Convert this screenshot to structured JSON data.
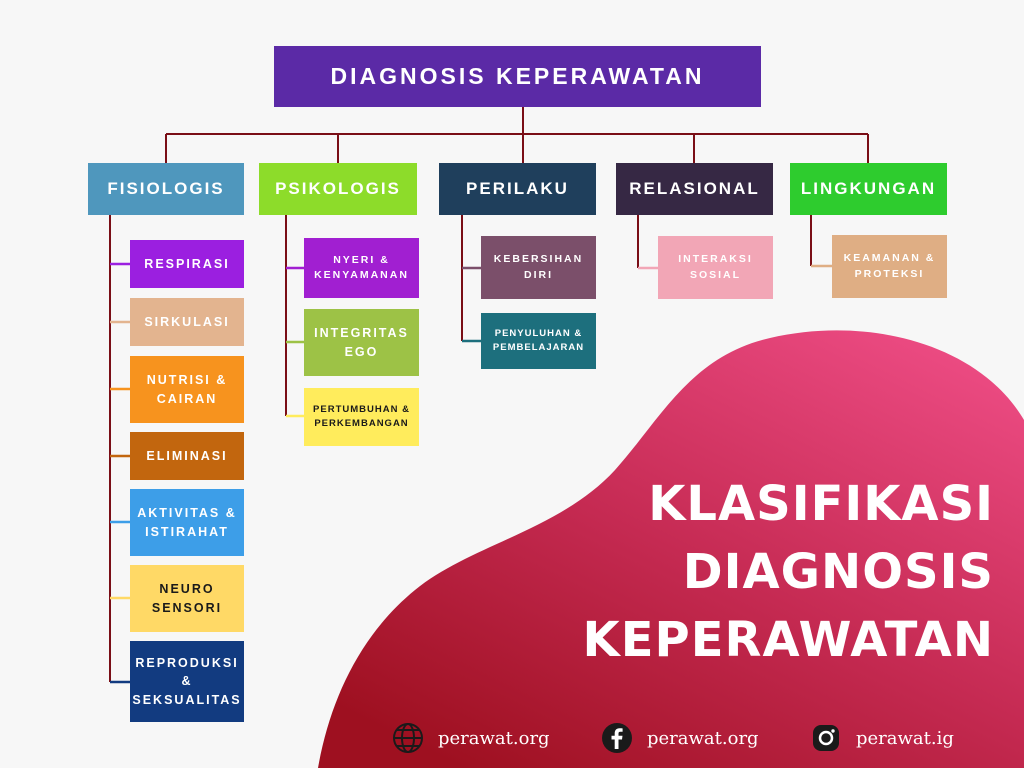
{
  "root": "DIAGNOSIS KEPERAWATAN",
  "categories": [
    {
      "label": "FISIOLOGIS",
      "color": "#4f97bd",
      "items": [
        {
          "label": "RESPIRASI",
          "color": "#9b1fe0"
        },
        {
          "label": "SIRKULASI",
          "color": "#e3b48f"
        },
        {
          "label": "NUTRISI & CAIRAN",
          "color": "#f7931e"
        },
        {
          "label": "ELIMINASI",
          "color": "#c2660e"
        },
        {
          "label": "AKTIVITAS & ISTIRAHAT",
          "color": "#3d9ee8"
        },
        {
          "label": "NEURO SENSORI",
          "color": "#ffd966"
        },
        {
          "label": "REPRODUKSI & SEKSUALITAS",
          "color": "#123b80"
        }
      ]
    },
    {
      "label": "PSIKOLOGIS",
      "color": "#8ddc2a",
      "items": [
        {
          "label": "NYERI & KENYAMANAN",
          "color": "#a11fd1"
        },
        {
          "label": "INTEGRITAS EGO",
          "color": "#9dc246"
        },
        {
          "label": "PERTUMBUHAN & PERKEMBANGAN",
          "color": "#ffec5c"
        }
      ]
    },
    {
      "label": "PERILAKU",
      "color": "#1f3f5c",
      "items": [
        {
          "label": "KEBERSIHAN DIRI",
          "color": "#7b4f6a"
        },
        {
          "label": "PENYULUHAN & PEMBELAJARAN",
          "color": "#1d6f7d"
        }
      ]
    },
    {
      "label": "RELASIONAL",
      "color": "#362844",
      "items": [
        {
          "label": "INTERAKSI SOSIAL",
          "color": "#f2a6b6"
        }
      ]
    },
    {
      "label": "LINGKUNGAN",
      "color": "#2ecc2e",
      "items": [
        {
          "label": "KEAMANAN & PROTEKSI",
          "color": "#dfae84"
        }
      ]
    }
  ],
  "headline": [
    "KLASIFIKASI",
    "DIAGNOSIS",
    "KEPERAWATAN"
  ],
  "social": {
    "website": "perawat.org",
    "facebook": "perawat.org",
    "instagram": "perawat.ig"
  },
  "colors": {
    "connector": "#7a0e16",
    "blob_light": "#f0508c",
    "blob_dark": "#9e1020",
    "root_bg": "#5b2aa6"
  }
}
